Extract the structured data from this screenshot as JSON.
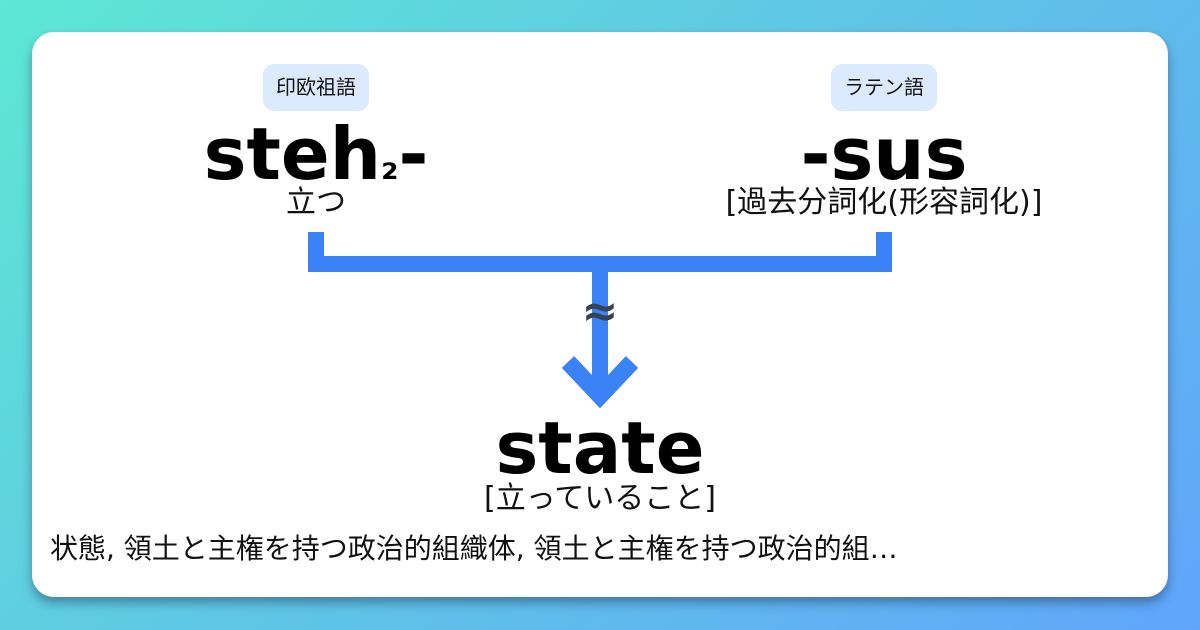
{
  "colors": {
    "connector": "#3b82f6",
    "badge_bg": "#dbeafe",
    "approx_symbol": "#374151",
    "background_gradient": [
      "#5ee7d4",
      "#60a5fa"
    ]
  },
  "sources": [
    {
      "language_badge": "印欧祖語",
      "root_main": "steh",
      "root_subscript": "₂",
      "root_suffix": "-",
      "gloss": "立つ"
    },
    {
      "language_badge": "ラテン語",
      "root_main": "-sus",
      "gloss": "[過去分詞化(形容詞化)]"
    }
  ],
  "connector": {
    "relation_symbol": "≈",
    "relation_icon": "approximately-equal-icon",
    "arrow_icon": "arrow-down-icon"
  },
  "result": {
    "word": "state",
    "literal_meaning": "[立っていること]",
    "definitions": "状態, 領土と主権を持つ政治的組織体, 領土と主権を持つ政治的組…"
  }
}
